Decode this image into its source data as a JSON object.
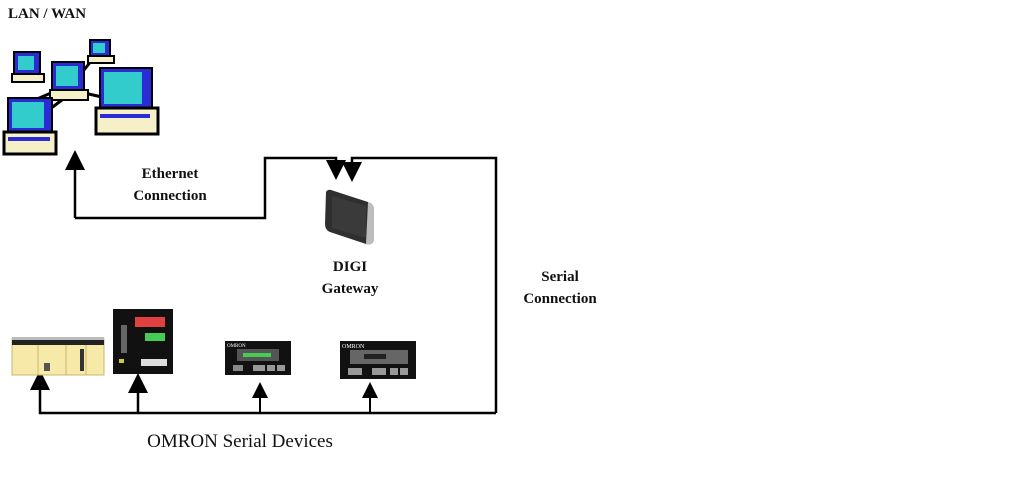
{
  "diagram": {
    "network_label": "LAN / WAN",
    "ethernet_label_line1": "Ethernet",
    "ethernet_label_line2": "Connection",
    "gateway_label_line1": "DIGI",
    "gateway_label_line2": "Gateway",
    "serial_label_line1": "Serial",
    "serial_label_line2": "Connection",
    "devices_label": "OMRON Serial Devices",
    "nodes": [
      {
        "id": "lan-wan",
        "label": "LAN / WAN",
        "icon": "computer-network-icon"
      },
      {
        "id": "gateway",
        "label": "DIGI Gateway",
        "icon": "gateway-device-icon"
      },
      {
        "id": "plc",
        "icon": "plc-icon"
      },
      {
        "id": "temp-controller",
        "icon": "temperature-controller-icon"
      },
      {
        "id": "panel-meter-1",
        "icon": "panel-meter-icon",
        "brand": "OMRON"
      },
      {
        "id": "panel-meter-2",
        "icon": "panel-meter-icon",
        "brand": "OMRON"
      }
    ],
    "edges": [
      {
        "from": "gateway",
        "to": "lan-wan",
        "label": "Ethernet Connection"
      },
      {
        "from": "gateway",
        "to": "omron-devices",
        "label": "Serial Connection"
      }
    ],
    "colors": {
      "line": "#000000",
      "screen": "#33cccc",
      "monitor_body": "#2b2bd6",
      "plc_body": "#f7e9a8",
      "display_red": "#e04040",
      "display_green": "#44cc55"
    },
    "meter_brand": "OMRON"
  }
}
